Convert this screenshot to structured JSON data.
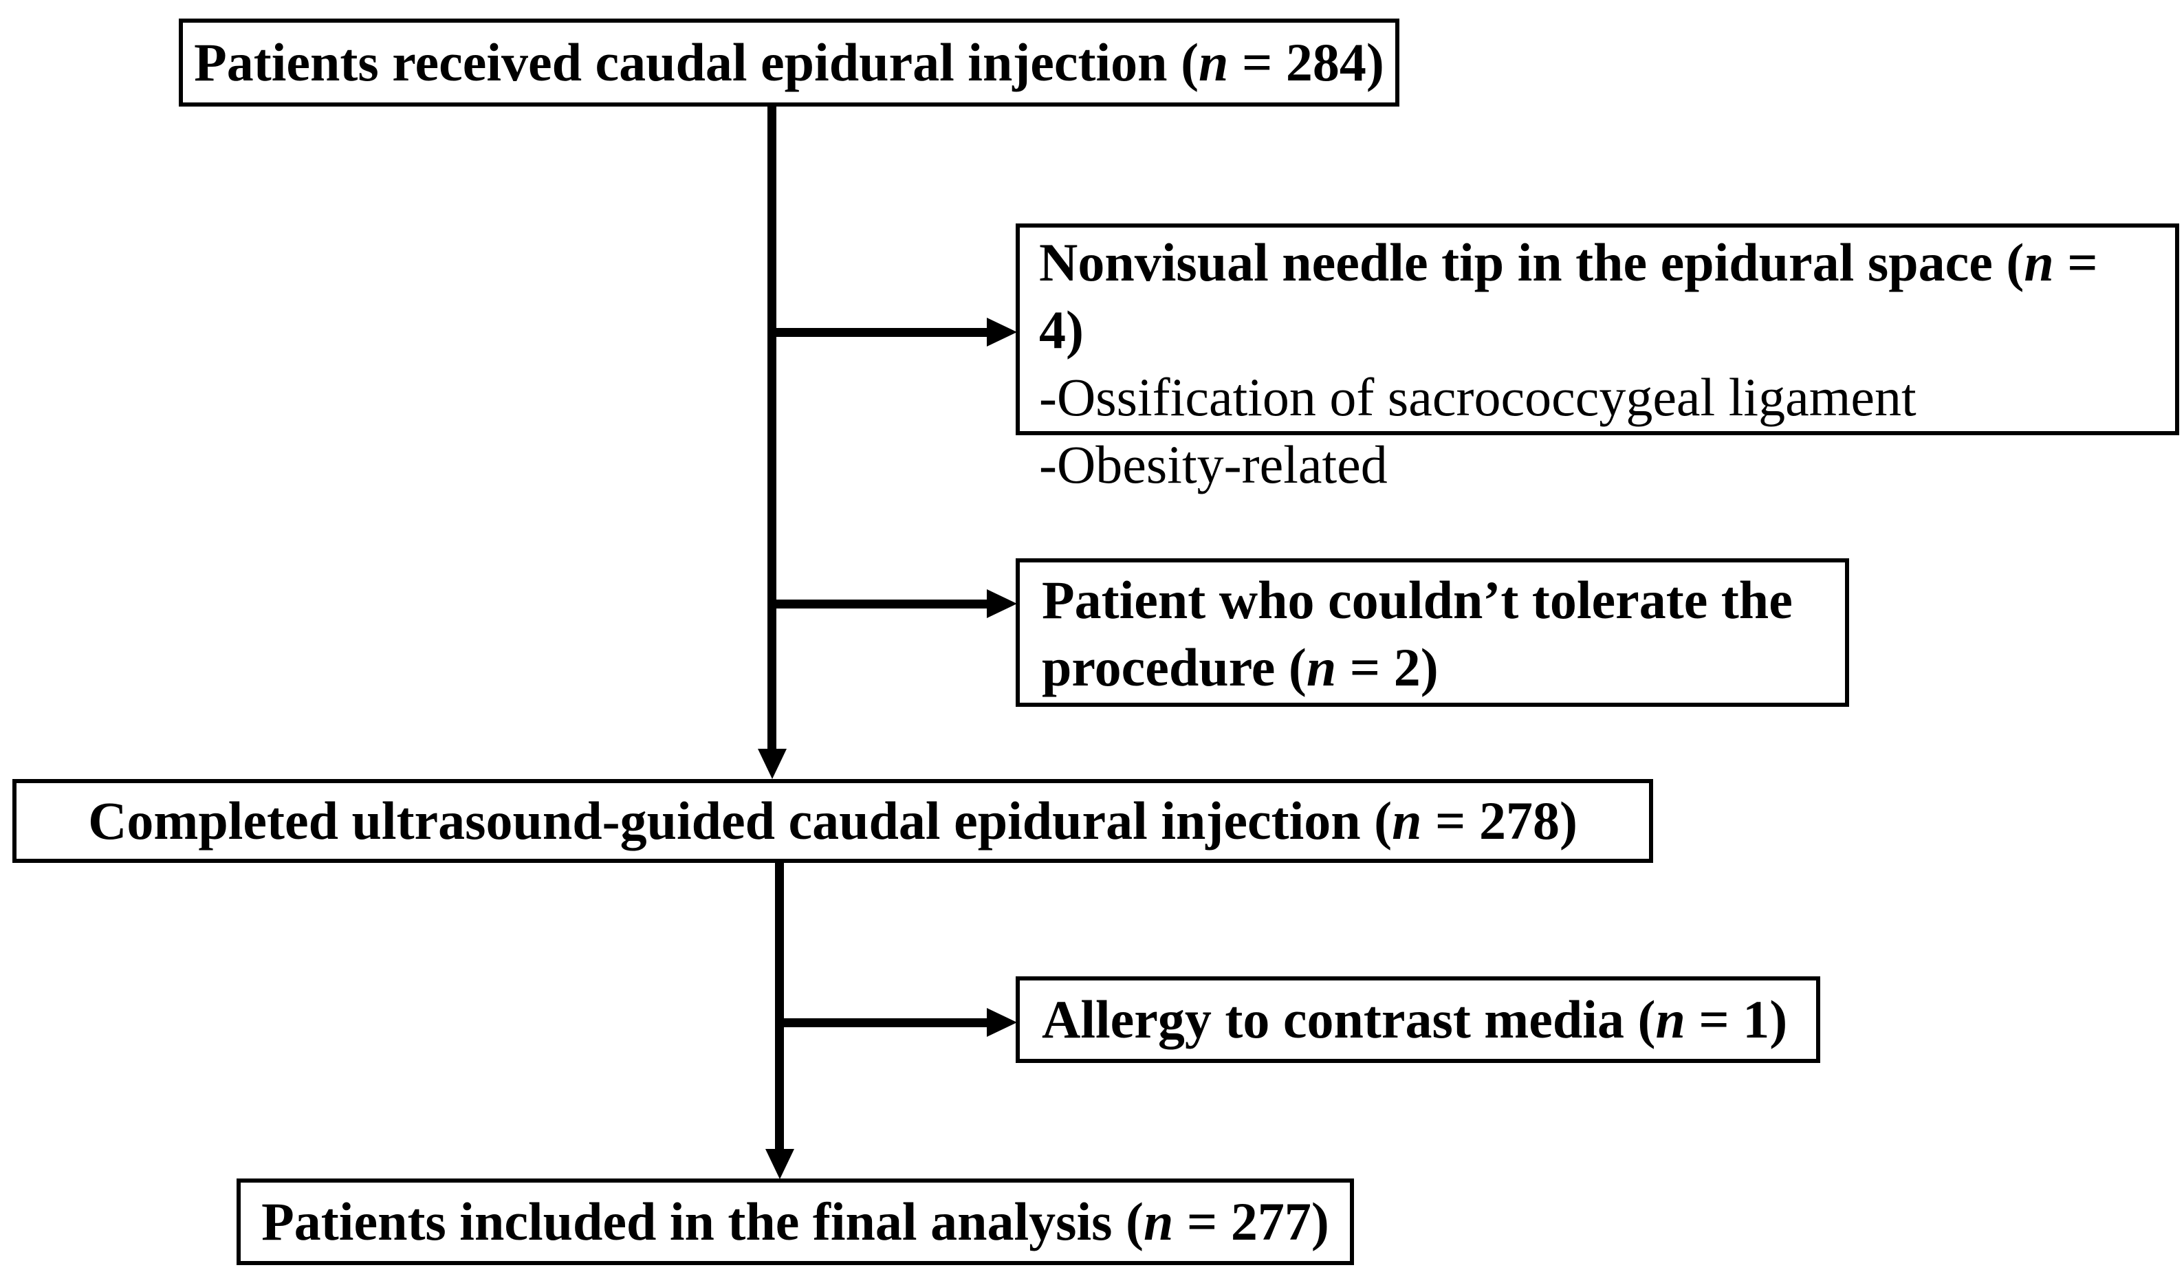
{
  "diagram": {
    "colors": {
      "background": "#ffffff",
      "box_background": "#ffffff",
      "box_border": "#000000",
      "line": "#000000",
      "text": "#000000"
    },
    "boxes": {
      "received": {
        "before": "Patients received caudal epidural injection (",
        "n": "n",
        "after": " = 284)"
      },
      "exclusion_nonvisual": {
        "title": {
          "before": "Nonvisual needle tip in the epidural space (",
          "n": "n",
          "after": " = 4)"
        },
        "items": [
          "-Ossification of sacrococcygeal ligament",
          "-Obesity-related"
        ]
      },
      "exclusion_intolerance": {
        "line1": "Patient who couldn’t tolerate the",
        "line2": {
          "before": "procedure (",
          "n": "n",
          "after": " = 2)"
        }
      },
      "completed": {
        "before": "Completed ultrasound-guided caudal epidural injection (",
        "n": "n",
        "after": " = 278)"
      },
      "exclusion_allergy": {
        "before": "Allergy to contrast media (",
        "n": "n",
        "after": " = 1)"
      },
      "final": {
        "before": "Patients included in the final analysis (",
        "n": "n",
        "after": " = 277)"
      }
    }
  }
}
